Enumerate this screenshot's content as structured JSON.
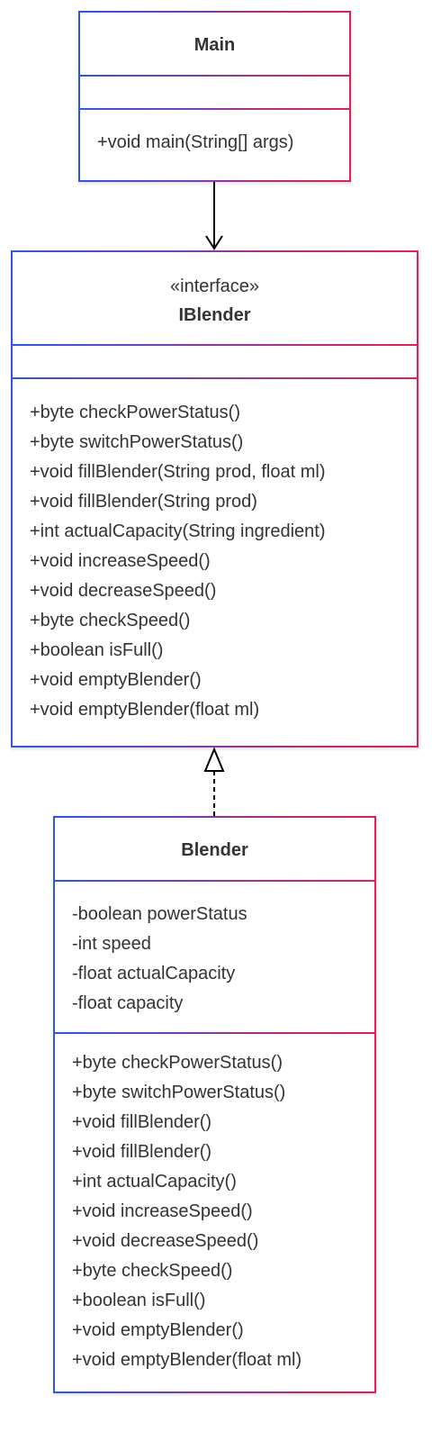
{
  "classes": {
    "main": {
      "name": "Main",
      "attributes": [],
      "methods": [
        "+void main(String[] args)"
      ]
    },
    "iblender": {
      "stereotype": "«interface»",
      "name": "IBlender",
      "attributes": [],
      "methods": [
        "+byte checkPowerStatus()",
        "+byte switchPowerStatus()",
        "+void fillBlender(String prod, float ml)",
        "+void fillBlender(String prod)",
        "+int actualCapacity(String ingredient)",
        "+void increaseSpeed()",
        "+void decreaseSpeed()",
        "+byte checkSpeed()",
        "+boolean isFull()",
        "+void emptyBlender()",
        "+void emptyBlender(float ml)"
      ]
    },
    "blender": {
      "name": "Blender",
      "attributes": [
        "-boolean powerStatus",
        "-int speed",
        "-float actualCapacity",
        "-float capacity"
      ],
      "methods": [
        "+byte checkPowerStatus()",
        "+byte switchPowerStatus()",
        "+void fillBlender()",
        "+void fillBlender()",
        "+int actualCapacity()",
        "+void increaseSpeed()",
        "+void decreaseSpeed()",
        "+byte checkSpeed()",
        "+boolean isFull()",
        "+void emptyBlender()",
        "+void emptyBlender(float ml)"
      ]
    }
  },
  "relations": [
    {
      "from": "Main",
      "to": "IBlender",
      "kind": "association"
    },
    {
      "from": "Blender",
      "to": "IBlender",
      "kind": "realization"
    }
  ],
  "colors": {
    "border_start": "#2e56e6",
    "border_end": "#e31f54",
    "text": "#333333",
    "line": "#000000"
  }
}
